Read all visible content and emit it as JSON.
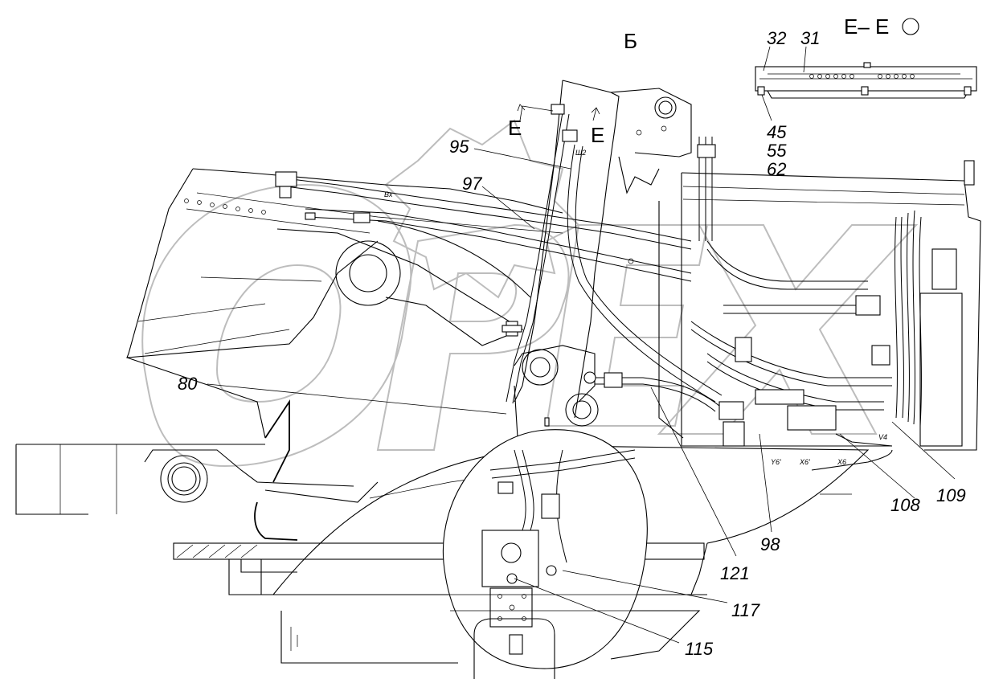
{
  "view_labels": {
    "view_b": "Б",
    "section_ee": "Е– Е",
    "cut_mark_left": "Е",
    "cut_mark_right": "Е"
  },
  "watermark": {
    "text": "OPEX"
  },
  "callouts": [
    {
      "id": "c32",
      "text": "32"
    },
    {
      "id": "c31",
      "text": "31"
    },
    {
      "id": "c45",
      "text": "45"
    },
    {
      "id": "c55",
      "text": "55"
    },
    {
      "id": "c62",
      "text": "62"
    },
    {
      "id": "c95",
      "text": "95"
    },
    {
      "id": "c97",
      "text": "97"
    },
    {
      "id": "c80",
      "text": "80"
    },
    {
      "id": "c98",
      "text": "98"
    },
    {
      "id": "c121",
      "text": "121"
    },
    {
      "id": "c108",
      "text": "108"
    },
    {
      "id": "c109",
      "text": "109"
    },
    {
      "id": "c117",
      "text": "117"
    },
    {
      "id": "c115",
      "text": "115"
    }
  ],
  "small_marks": {
    "sh2": "Ш2",
    "bx": "Bx",
    "v4": "V4",
    "y6p": "Y6'",
    "x6p": "X6'",
    "x6": "X6"
  }
}
